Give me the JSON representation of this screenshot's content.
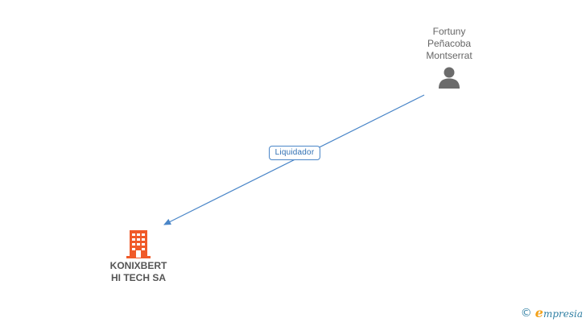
{
  "nodes": {
    "person": {
      "name_lines": [
        "Fortuny",
        "Peñacoba",
        "Montserrat"
      ],
      "icon": "person-icon",
      "color": "#6b6b6b"
    },
    "company": {
      "name_lines": [
        "KONIXBERT",
        "HI TECH SA"
      ],
      "icon": "building-icon",
      "color": "#f05a28"
    }
  },
  "edges": [
    {
      "from": "person",
      "to": "company",
      "label": "Liquidador",
      "color": "#4a86c8"
    }
  ],
  "brand": {
    "copyright_symbol": "©",
    "initial": "e",
    "rest": "mpresia",
    "primary_color": "#2f7fa3",
    "accent_color": "#f3a21a"
  }
}
